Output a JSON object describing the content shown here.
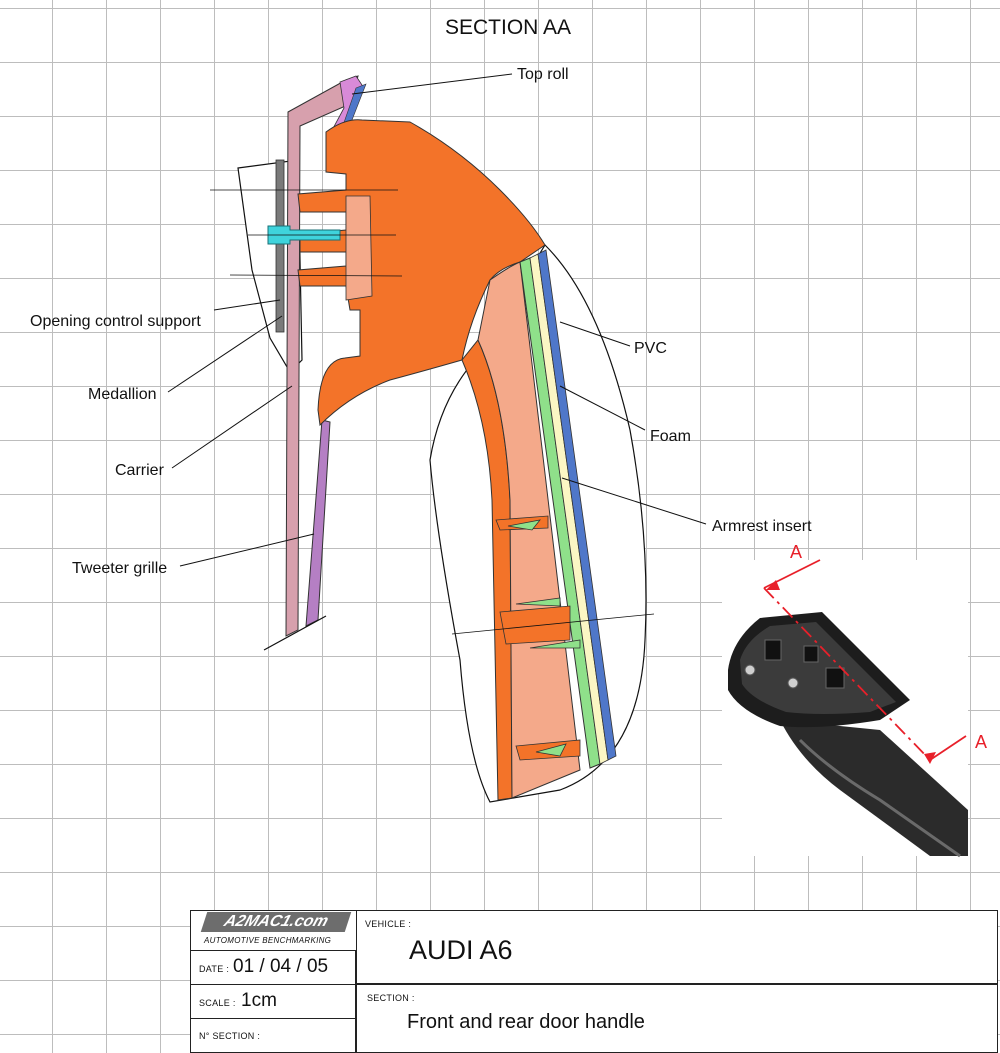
{
  "section_title": "SECTION AA",
  "labels": {
    "top_roll": "Top roll",
    "opening_control_support": "Opening control support",
    "medallion": "Medallion",
    "carrier": "Carrier",
    "tweeter_grille": "Tweeter grille",
    "pvc": "PVC",
    "foam": "Foam",
    "armrest_insert": "Armrest insert"
  },
  "section_markers": {
    "top": "A",
    "bottom": "A"
  },
  "title_block": {
    "logo": "A2MAC1.com",
    "logo_sub": "AUTOMOTIVE BENCHMARKING",
    "date_label": "DATE :",
    "date_value": "01 / 04 / 05",
    "scale_label": "SCALE :",
    "scale_value": "1cm",
    "nsection_label": "N° SECTION :",
    "vehicle_label": "VEHICLE :",
    "vehicle_value": "AUDI A6",
    "section_label": "SECTION :",
    "section_value": "Front and rear door handle"
  },
  "colors": {
    "orange": "#f37329",
    "salmon": "#f4a98a",
    "green": "#8fe08a",
    "blue": "#4f77c9",
    "cream": "#fbf6c4",
    "carrier_pink": "#d7a0ad",
    "purple": "#b57fc4",
    "cyan": "#3fd3dc",
    "red": "#e8202a"
  }
}
